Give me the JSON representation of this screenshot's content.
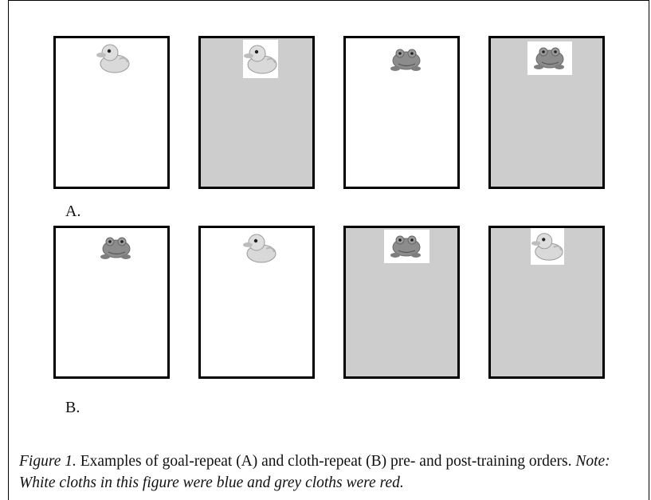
{
  "figure": {
    "row_a_label": "A.",
    "row_b_label": "B.",
    "caption": {
      "figure_label": "Figure 1.",
      "text": " Examples of goal-repeat (A) and cloth-repeat (B) pre- and post-training orders. ",
      "note": "Note: White cloths in this figure were blue and grey cloths were red."
    },
    "rows": [
      {
        "name": "A",
        "cards": [
          {
            "cloth": "white",
            "toy": "duck-icon"
          },
          {
            "cloth": "grey",
            "toy": "duck-icon"
          },
          {
            "cloth": "white",
            "toy": "frog-icon"
          },
          {
            "cloth": "grey",
            "toy": "frog-icon"
          }
        ]
      },
      {
        "name": "B",
        "cards": [
          {
            "cloth": "white",
            "toy": "frog-icon"
          },
          {
            "cloth": "white",
            "toy": "duck-icon"
          },
          {
            "cloth": "grey",
            "toy": "frog-icon"
          },
          {
            "cloth": "grey",
            "toy": "duck-icon"
          }
        ]
      }
    ],
    "colors": {
      "white_cloth": "#ffffff",
      "grey_cloth": "#cdcdcd",
      "border": "#000000"
    }
  }
}
